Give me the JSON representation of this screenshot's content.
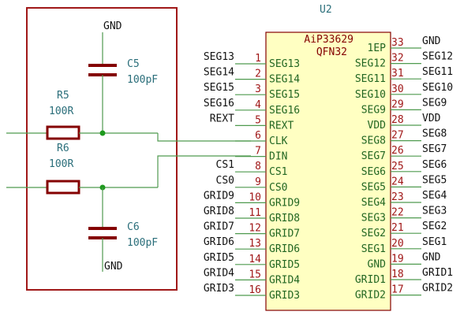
{
  "schematic": {
    "colors": {
      "wire": "#4f9a4f",
      "component": "#840000",
      "ic_fill": "#ffffc2",
      "reference_text": "#2a6e7a",
      "pin_number": "#a01818",
      "pin_name": "#226622",
      "net_label": "#111111"
    },
    "filter_block": {
      "c5": {
        "ref": "C5",
        "value": "100pF",
        "gnd": "GND"
      },
      "c6": {
        "ref": "C6",
        "value": "100pF",
        "gnd": "GND"
      },
      "r5": {
        "ref": "R5",
        "value": "100R"
      },
      "r6": {
        "ref": "R6",
        "value": "100R"
      }
    },
    "ic": {
      "ref": "U2",
      "part": "AiP33629",
      "package": "QFN32",
      "left_pins": [
        {
          "num": "1",
          "name": "SEG13",
          "net": "SEG13"
        },
        {
          "num": "2",
          "name": "SEG14",
          "net": "SEG14"
        },
        {
          "num": "3",
          "name": "SEG15",
          "net": "SEG15"
        },
        {
          "num": "4",
          "name": "SEG16",
          "net": "SEG16"
        },
        {
          "num": "5",
          "name": "REXT",
          "net": "REXT"
        },
        {
          "num": "6",
          "name": "CLK",
          "net": ""
        },
        {
          "num": "7",
          "name": "DIN",
          "net": ""
        },
        {
          "num": "8",
          "name": "CS1",
          "net": "CS1"
        },
        {
          "num": "9",
          "name": "CS0",
          "net": "CS0"
        },
        {
          "num": "10",
          "name": "GRID9",
          "net": "GRID9"
        },
        {
          "num": "11",
          "name": "GRID8",
          "net": "GRID8"
        },
        {
          "num": "12",
          "name": "GRID7",
          "net": "GRID7"
        },
        {
          "num": "13",
          "name": "GRID6",
          "net": "GRID6"
        },
        {
          "num": "14",
          "name": "GRID5",
          "net": "GRID5"
        },
        {
          "num": "15",
          "name": "GRID4",
          "net": "GRID4"
        },
        {
          "num": "16",
          "name": "GRID3",
          "net": "GRID3"
        }
      ],
      "right_pins": [
        {
          "num": "33",
          "name": "1EP",
          "net": "GND"
        },
        {
          "num": "32",
          "name": "SEG12",
          "net": "SEG12"
        },
        {
          "num": "31",
          "name": "SEG11",
          "net": "SEG11"
        },
        {
          "num": "30",
          "name": "SEG10",
          "net": "SEG10"
        },
        {
          "num": "29",
          "name": "SEG9",
          "net": "SEG9"
        },
        {
          "num": "28",
          "name": "VDD",
          "net": "VDD"
        },
        {
          "num": "27",
          "name": "SEG8",
          "net": "SEG8"
        },
        {
          "num": "26",
          "name": "SEG7",
          "net": "SEG7"
        },
        {
          "num": "25",
          "name": "SEG6",
          "net": "SEG6"
        },
        {
          "num": "24",
          "name": "SEG5",
          "net": "SEG5"
        },
        {
          "num": "23",
          "name": "SEG4",
          "net": "SEG4"
        },
        {
          "num": "22",
          "name": "SEG3",
          "net": "SEG3"
        },
        {
          "num": "21",
          "name": "SEG2",
          "net": "SEG2"
        },
        {
          "num": "20",
          "name": "SEG1",
          "net": "SEG1"
        },
        {
          "num": "19",
          "name": "GND",
          "net": "GND"
        },
        {
          "num": "18",
          "name": "GRID1",
          "net": "GRID1"
        },
        {
          "num": "17",
          "name": "GRID2",
          "net": "GRID2"
        }
      ]
    }
  }
}
